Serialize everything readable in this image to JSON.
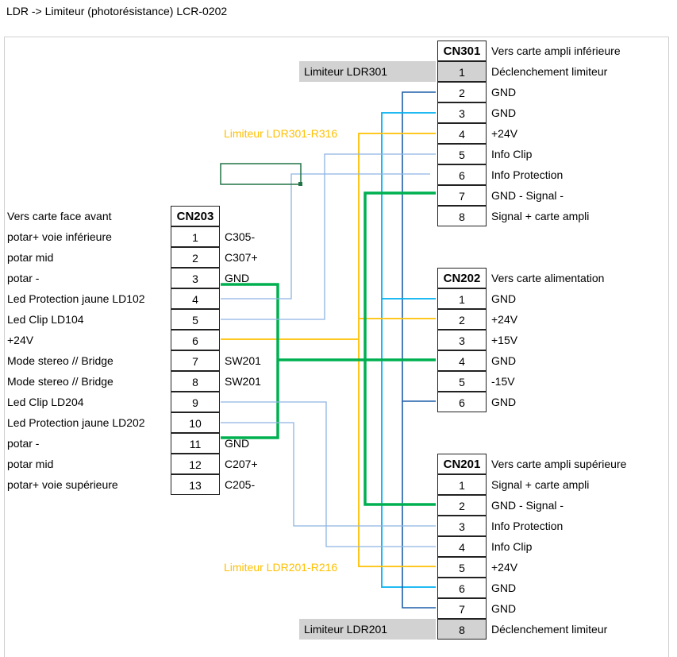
{
  "title": "LDR -> Limiteur (photorésistance) LCR-0202",
  "labels": {
    "ldr301": "Limiteur LDR301",
    "ldr201": "Limiteur LDR201",
    "ldr301_r316": "Limiteur LDR301-R316",
    "ldr201_r216": "Limiteur LDR201-R216"
  },
  "colors": {
    "orange": "#ffc000",
    "green": "#00b050",
    "light_blue": "#00b0f0",
    "steel_blue": "#8db4e2",
    "dark_blue": "#1f5fa8",
    "dark_green": "#217346",
    "gray": "#d2d2d2"
  },
  "cn301": {
    "header": "CN301",
    "desc": "Vers carte ampli inférieure",
    "pins": [
      {
        "n": "1",
        "label": "Déclenchement limiteur"
      },
      {
        "n": "2",
        "label": "GND"
      },
      {
        "n": "3",
        "label": "GND"
      },
      {
        "n": "4",
        "label": "+24V"
      },
      {
        "n": "5",
        "label": "Info Clip"
      },
      {
        "n": "6",
        "label": "Info Protection"
      },
      {
        "n": "7",
        "label": "GND - Signal -"
      },
      {
        "n": "8",
        "label": "Signal + carte ampli"
      }
    ]
  },
  "cn203": {
    "header": "CN203",
    "desc": "Vers carte face avant",
    "pins": [
      {
        "n": "1",
        "left": "potar+ voie inférieure",
        "right": "C305-"
      },
      {
        "n": "2",
        "left": "potar mid",
        "right": "C307+"
      },
      {
        "n": "3",
        "left": "potar -",
        "right": "GND"
      },
      {
        "n": "4",
        "left": "Led Protection jaune LD102",
        "right": ""
      },
      {
        "n": "5",
        "left": "Led Clip LD104",
        "right": ""
      },
      {
        "n": "6",
        "left": "+24V",
        "right": ""
      },
      {
        "n": "7",
        "left": "Mode stereo // Bridge",
        "right": "SW201"
      },
      {
        "n": "8",
        "left": "Mode stereo // Bridge",
        "right": "SW201"
      },
      {
        "n": "9",
        "left": "Led Clip LD204",
        "right": ""
      },
      {
        "n": "10",
        "left": "Led Protection jaune LD202",
        "right": ""
      },
      {
        "n": "11",
        "left": "potar -",
        "right": "GND"
      },
      {
        "n": "12",
        "left": "potar mid",
        "right": "C207+"
      },
      {
        "n": "13",
        "left": "potar+ voie supérieure",
        "right": "C205-"
      }
    ]
  },
  "cn202": {
    "header": "CN202",
    "desc": "Vers carte alimentation",
    "pins": [
      {
        "n": "1",
        "label": "GND"
      },
      {
        "n": "2",
        "label": "+24V"
      },
      {
        "n": "3",
        "label": "+15V"
      },
      {
        "n": "4",
        "label": "GND"
      },
      {
        "n": "5",
        "label": "-15V"
      },
      {
        "n": "6",
        "label": "GND"
      }
    ]
  },
  "cn201": {
    "header": "CN201",
    "desc": "Vers carte ampli supérieure",
    "pins": [
      {
        "n": "1",
        "label": "Signal + carte ampli"
      },
      {
        "n": "2",
        "label": "GND - Signal -"
      },
      {
        "n": "3",
        "label": "Info Protection"
      },
      {
        "n": "4",
        "label": "Info Clip"
      },
      {
        "n": "5",
        "label": "+24V"
      },
      {
        "n": "6",
        "label": "GND"
      },
      {
        "n": "7",
        "label": "GND"
      },
      {
        "n": "8",
        "label": "Déclenchement limiteur"
      }
    ]
  }
}
